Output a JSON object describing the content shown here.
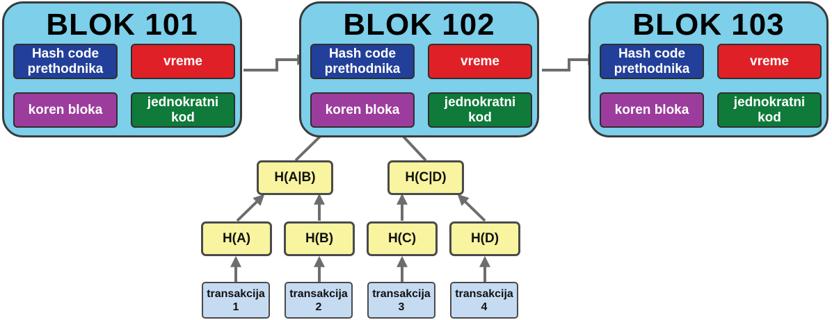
{
  "blocks": [
    {
      "title": "BLOK 101",
      "prev_hash": "Hash code\nprethodnika",
      "time": "vreme",
      "root": "koren bloka",
      "nonce": "jednokratni\nkod"
    },
    {
      "title": "BLOK 102",
      "prev_hash": "Hash code\nprethodnika",
      "time": "vreme",
      "root": "koren bloka",
      "nonce": "jednokratni\nkod"
    },
    {
      "title": "BLOK 103",
      "prev_hash": "Hash code\nprethodnika",
      "time": "vreme",
      "root": "koren bloka",
      "nonce": "jednokratni\nkod"
    }
  ],
  "merkle": {
    "level2": [
      "H(A|B)",
      "H(C|D)"
    ],
    "level1": [
      "H(A)",
      "H(B)",
      "H(C)",
      "H(D)"
    ],
    "transactions": [
      "transakcija\n1",
      "transakcija\n2",
      "transakcija\n3",
      "transakcija\n4"
    ]
  },
  "colors": {
    "block_bg": "#7dcfea",
    "hash_cell": "#223f99",
    "time_cell": "#e02027",
    "root_cell": "#9c3d9d",
    "nonce_cell": "#0f7a3a",
    "hash_node": "#f8f4a0",
    "transaction_node": "#c5dbf1",
    "arrow": "#6d6d6d"
  }
}
